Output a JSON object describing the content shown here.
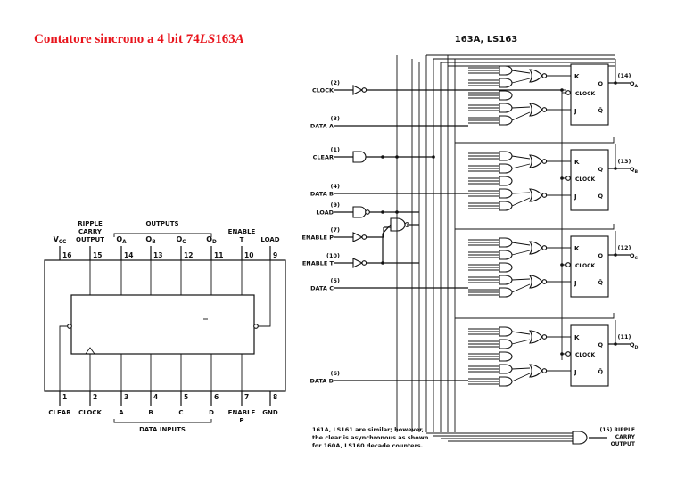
{
  "title": {
    "prefix": "Contatore sincrono a 4 bit 74",
    "italic1": "LS",
    "middle": "163",
    "italic2": "A"
  },
  "pinout": {
    "group_outputs": "OUTPUTS",
    "group_data_inputs": "DATA INPUTS",
    "top_labels": [
      {
        "pin": "16",
        "name": "Vcc",
        "text": "V",
        "sub": "CC"
      },
      {
        "pin": "15",
        "name": "RIPPLE CARRY OUTPUT",
        "lines": [
          "RIPPLE",
          "CARRY",
          "OUTPUT"
        ]
      },
      {
        "pin": "14",
        "text": "Q",
        "sub": "A"
      },
      {
        "pin": "13",
        "text": "Q",
        "sub": "B"
      },
      {
        "pin": "12",
        "text": "Q",
        "sub": "C"
      },
      {
        "pin": "11",
        "text": "Q",
        "sub": "D"
      },
      {
        "pin": "10",
        "lines": [
          "ENABLE",
          "T"
        ]
      },
      {
        "pin": "9",
        "lines": [
          "LOAD"
        ]
      }
    ],
    "bottom_labels": [
      {
        "pin": "1",
        "lines": [
          "CLEAR"
        ]
      },
      {
        "pin": "2",
        "lines": [
          "CLOCK"
        ]
      },
      {
        "pin": "3",
        "lines": [
          "A"
        ]
      },
      {
        "pin": "4",
        "lines": [
          "B"
        ]
      },
      {
        "pin": "5",
        "lines": [
          "C"
        ]
      },
      {
        "pin": "6",
        "lines": [
          "D"
        ]
      },
      {
        "pin": "7",
        "lines": [
          "ENABLE",
          "P"
        ]
      },
      {
        "pin": "8",
        "lines": [
          "GND"
        ]
      }
    ]
  },
  "logic": {
    "header": "163A, LS163",
    "inputs": [
      {
        "pin": "(2)",
        "label": "CLOCK"
      },
      {
        "pin": "(3)",
        "label": "DATA A"
      },
      {
        "pin": "(1)",
        "label": "CLEAR"
      },
      {
        "pin": "(4)",
        "label": "DATA B"
      },
      {
        "pin": "(9)",
        "label": "LOAD"
      },
      {
        "pin": "(7)",
        "label": "ENABLE P"
      },
      {
        "pin": "(10)",
        "label": "ENABLE T"
      },
      {
        "pin": "(5)",
        "label": "DATA C"
      },
      {
        "pin": "(6)",
        "label": "DATA D"
      }
    ],
    "outputs": [
      {
        "pin": "(14)",
        "q": "Q",
        "sub": "A"
      },
      {
        "pin": "(13)",
        "q": "Q",
        "sub": "B"
      },
      {
        "pin": "(12)",
        "q": "Q",
        "sub": "C"
      },
      {
        "pin": "(11)",
        "q": "Q",
        "sub": "D"
      }
    ],
    "ff_labels": {
      "k": "K",
      "j": "J",
      "clock": "CLOCK",
      "q": "Q",
      "qbar": "Q̄"
    },
    "ripple": {
      "pin": "(15)",
      "lines": [
        "RIPPLE",
        "CARRY",
        "OUTPUT"
      ]
    },
    "note": [
      "161A, LS161 are similar; however,",
      "the clear is asynchronous as shown",
      "for 160A, LS160 decade counters."
    ]
  }
}
